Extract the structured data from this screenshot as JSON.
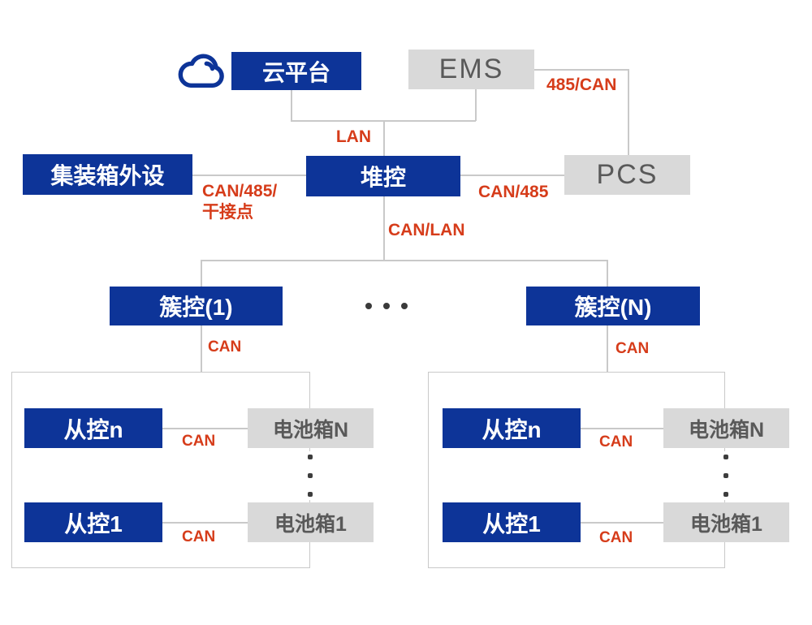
{
  "colors": {
    "primary_blue": "#0d3498",
    "box_gray": "#d9d9d9",
    "gray_text": "#595959",
    "label_red": "#d63c1a",
    "line_gray": "#c9c9c9",
    "dot_dark": "#3a3a3a"
  },
  "icons": {
    "cloud": "cloud-outline"
  },
  "nodes": {
    "cloud_platform": "云平台",
    "ems": "EMS",
    "container_peripherals": "集装箱外设",
    "stack_controller": "堆控",
    "pcs": "PCS",
    "cluster_1": "簇控(1)",
    "cluster_n": "簇控(N)"
  },
  "link_labels": {
    "cloud_ems_stack": "LAN",
    "ems_pcs": "485/CAN",
    "peripherals_stack_line1": "CAN/485/",
    "peripherals_stack_line2": "干接点",
    "stack_pcs": "CAN/485",
    "stack_clusters": "CAN/LAN",
    "cluster1_down": "CAN",
    "clustern_down": "CAN"
  },
  "groups": {
    "left": {
      "slave_top": "从控n",
      "battery_top": "电池箱N",
      "link_top": "CAN",
      "slave_bottom": "从控1",
      "battery_bottom": "电池箱1",
      "link_bottom": "CAN"
    },
    "right": {
      "slave_top": "从控n",
      "battery_top": "电池箱N",
      "link_top": "CAN",
      "slave_bottom": "从控1",
      "battery_bottom": "电池箱1",
      "link_bottom": "CAN"
    }
  }
}
